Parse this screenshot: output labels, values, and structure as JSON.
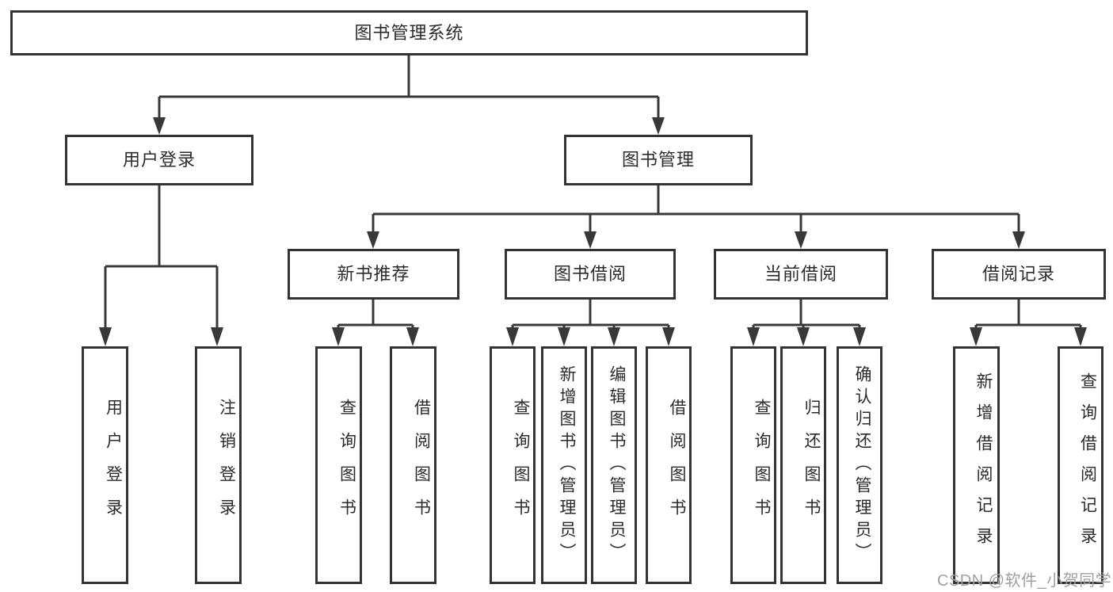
{
  "diagram_title": "图书管理系统",
  "tree": {
    "label": "图书管理系统",
    "children": [
      {
        "label": "用户登录",
        "children": [
          {
            "label": "用户登录"
          },
          {
            "label": "注销登录"
          }
        ]
      },
      {
        "label": "图书管理",
        "children": [
          {
            "label": "新书推荐",
            "children": [
              {
                "label": "查询图书"
              },
              {
                "label": "借阅图书"
              }
            ]
          },
          {
            "label": "图书借阅",
            "children": [
              {
                "label": "查询图书"
              },
              {
                "label": "新增图书（管理员）"
              },
              {
                "label": "编辑图书（管理员）"
              },
              {
                "label": "借阅图书"
              }
            ]
          },
          {
            "label": "当前借阅",
            "children": [
              {
                "label": "查询图书"
              },
              {
                "label": "归还图书"
              },
              {
                "label": "确认归还（管理员）"
              }
            ]
          },
          {
            "label": "借阅记录",
            "children": [
              {
                "label": "新增借阅记录"
              },
              {
                "label": "查询借阅记录"
              }
            ]
          }
        ]
      }
    ]
  },
  "watermark": {
    "text": "CSDN @软件_小贺同学"
  },
  "colors": {
    "line": "#383838",
    "border": "#333333",
    "text": "#2b2b2b",
    "watermark": "#a0a0a0",
    "background": "#ffffff"
  }
}
